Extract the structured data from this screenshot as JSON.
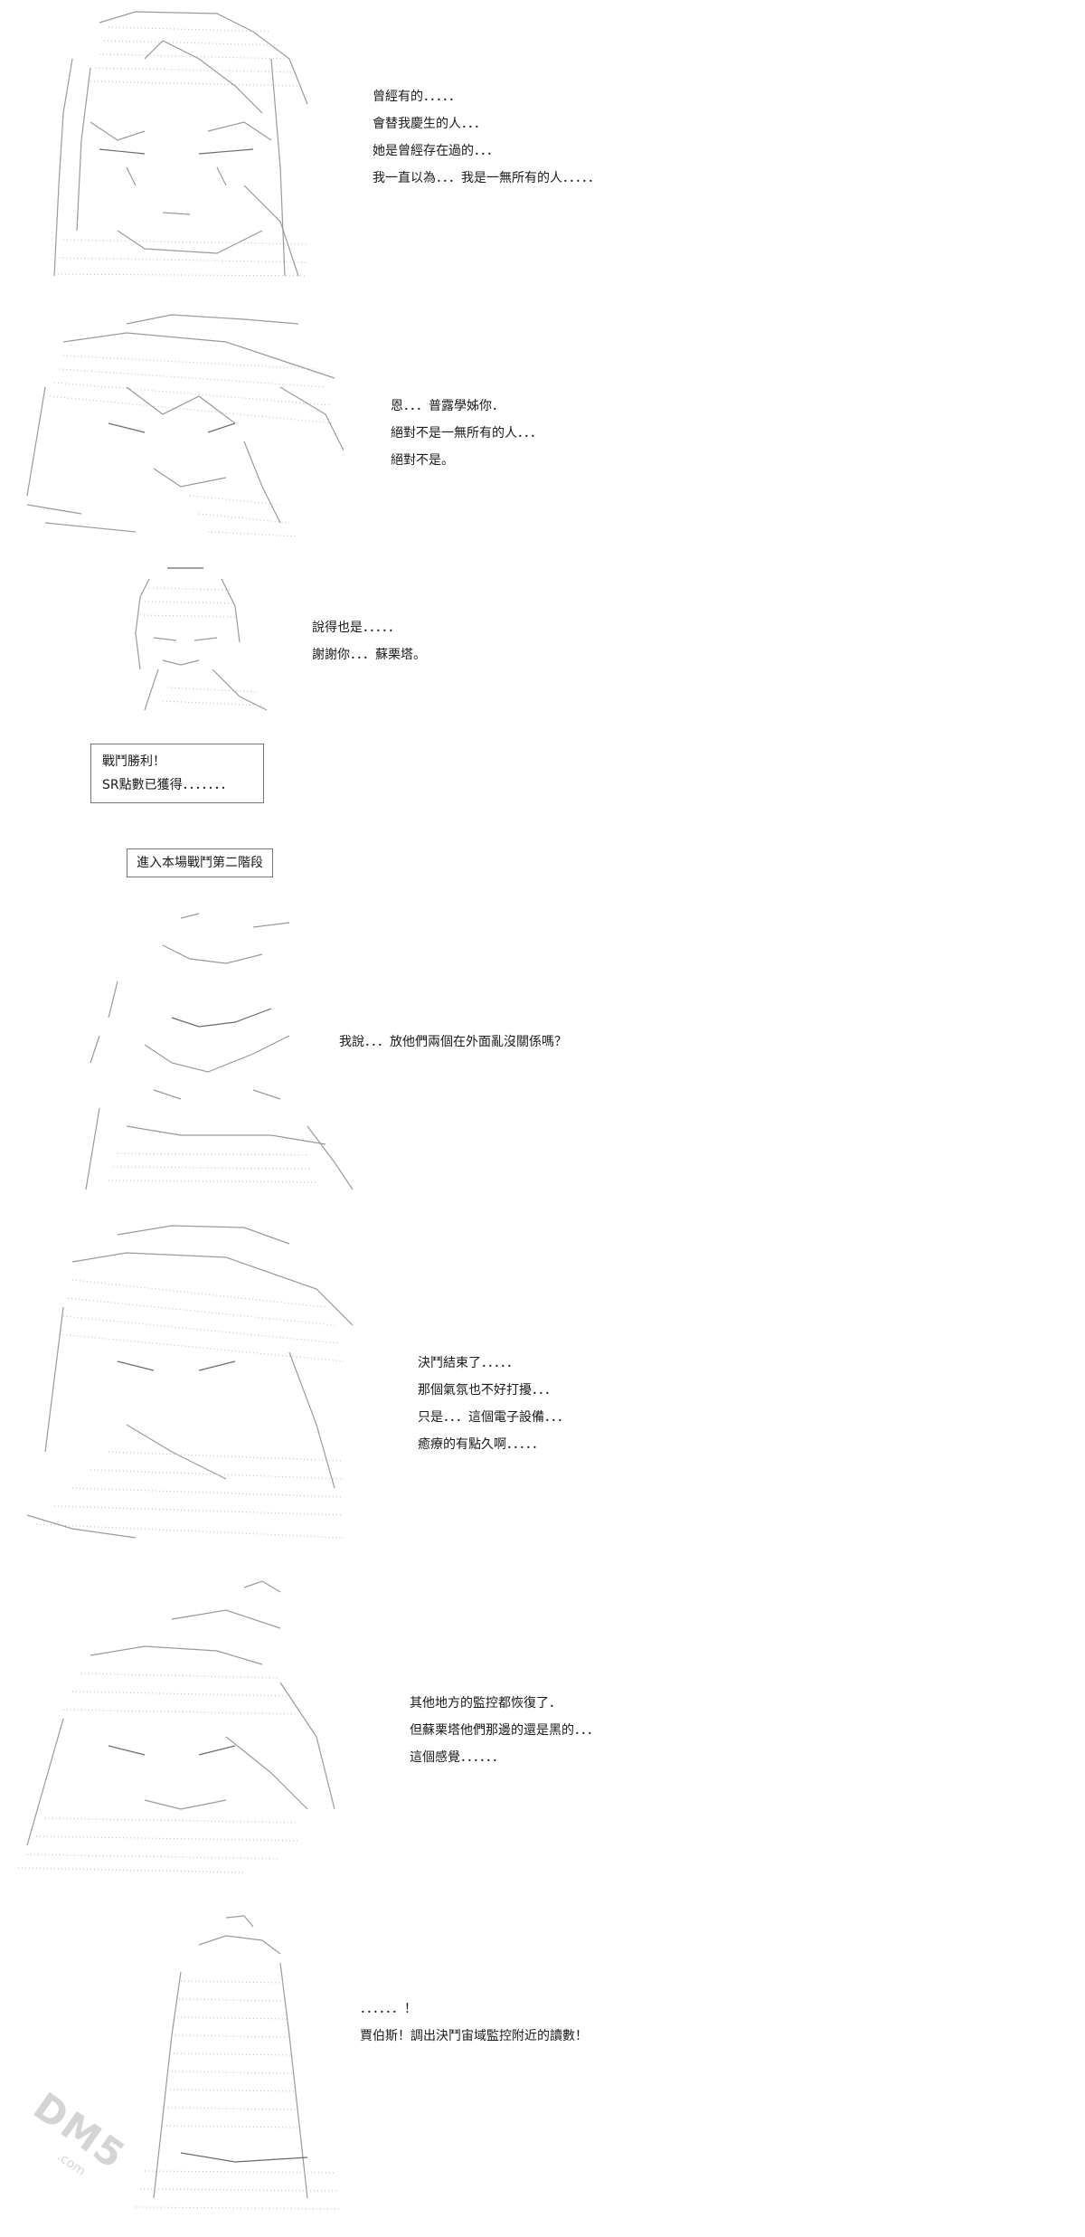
{
  "panels": [
    {
      "lines": [
        "曾經有的．．．．．",
        "會替我慶生的人．．．",
        "她是曾經存在過的．．．",
        "我一直以為．．．我是一無所有的人．．．．．"
      ]
    },
    {
      "lines": [
        "恩．．．普露學姊你．",
        "絕對不是一無所有的人．．．",
        "絕對不是。"
      ]
    },
    {
      "lines": [
        "說得也是．．．．．",
        "謝謝你．．．蘇栗塔。"
      ]
    },
    {
      "box_lines": [
        "戰鬥勝利！",
        "SR點數已獲得．．．．．．．"
      ]
    },
    {
      "box_lines": [
        "進入本場戰鬥第二階段"
      ]
    },
    {
      "lines": [
        "我說．．．放他們兩個在外面亂沒關係嗎？"
      ]
    },
    {
      "lines": [
        "決鬥結束了．．．．．",
        "那個氣氛也不好打擾．．．",
        "只是．．．這個電子設備．．．",
        "癒療的有點久啊．．．．．"
      ]
    },
    {
      "lines": [
        "其他地方的監控都恢復了．",
        "但蘇栗塔他們那邊的還是黑的．．．",
        "這個感覺．．．．．．"
      ]
    },
    {
      "lines": [
        "．．．．．．！",
        "賈伯斯！調出決鬥宙域監控附近的讀數！"
      ]
    }
  ],
  "watermark": {
    "brand": "DM5",
    "domain": ".com"
  }
}
